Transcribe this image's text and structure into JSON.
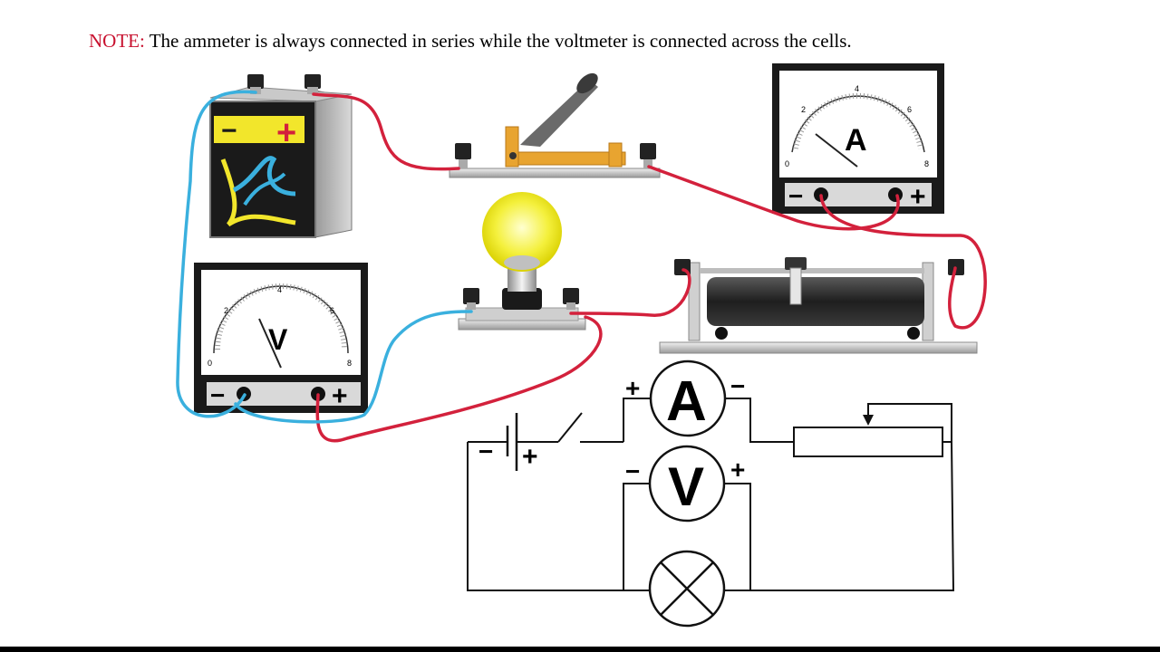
{
  "note": {
    "label": "NOTE:",
    "text": " The ammeter is always connected in series while the voltmeter is connected across the cells."
  },
  "battery": {
    "neg_sign": "−",
    "pos_sign": "+"
  },
  "ammeter": {
    "letter": "A",
    "ticks": [
      "0",
      "2",
      "4",
      "6",
      "8"
    ],
    "neg_sign": "−",
    "pos_sign": "+"
  },
  "voltmeter": {
    "letter": "V",
    "ticks": [
      "0",
      "2",
      "4",
      "6",
      "8"
    ],
    "neg_sign": "−",
    "pos_sign": "+"
  },
  "schematic": {
    "cell_neg": "−",
    "cell_pos": "+",
    "ammeter_letter": "A",
    "ammeter_pos": "+",
    "ammeter_neg": "−",
    "voltmeter_letter": "V",
    "voltmeter_neg": "−",
    "voltmeter_pos": "+"
  },
  "colors": {
    "red_wire": "#d3213c",
    "blue_wire": "#3ab0de",
    "battery_yellow": "#f2e62b",
    "bulb_glow": "#f4f03c",
    "switch_orange": "#e8a430",
    "note_red": "#c8102e"
  }
}
